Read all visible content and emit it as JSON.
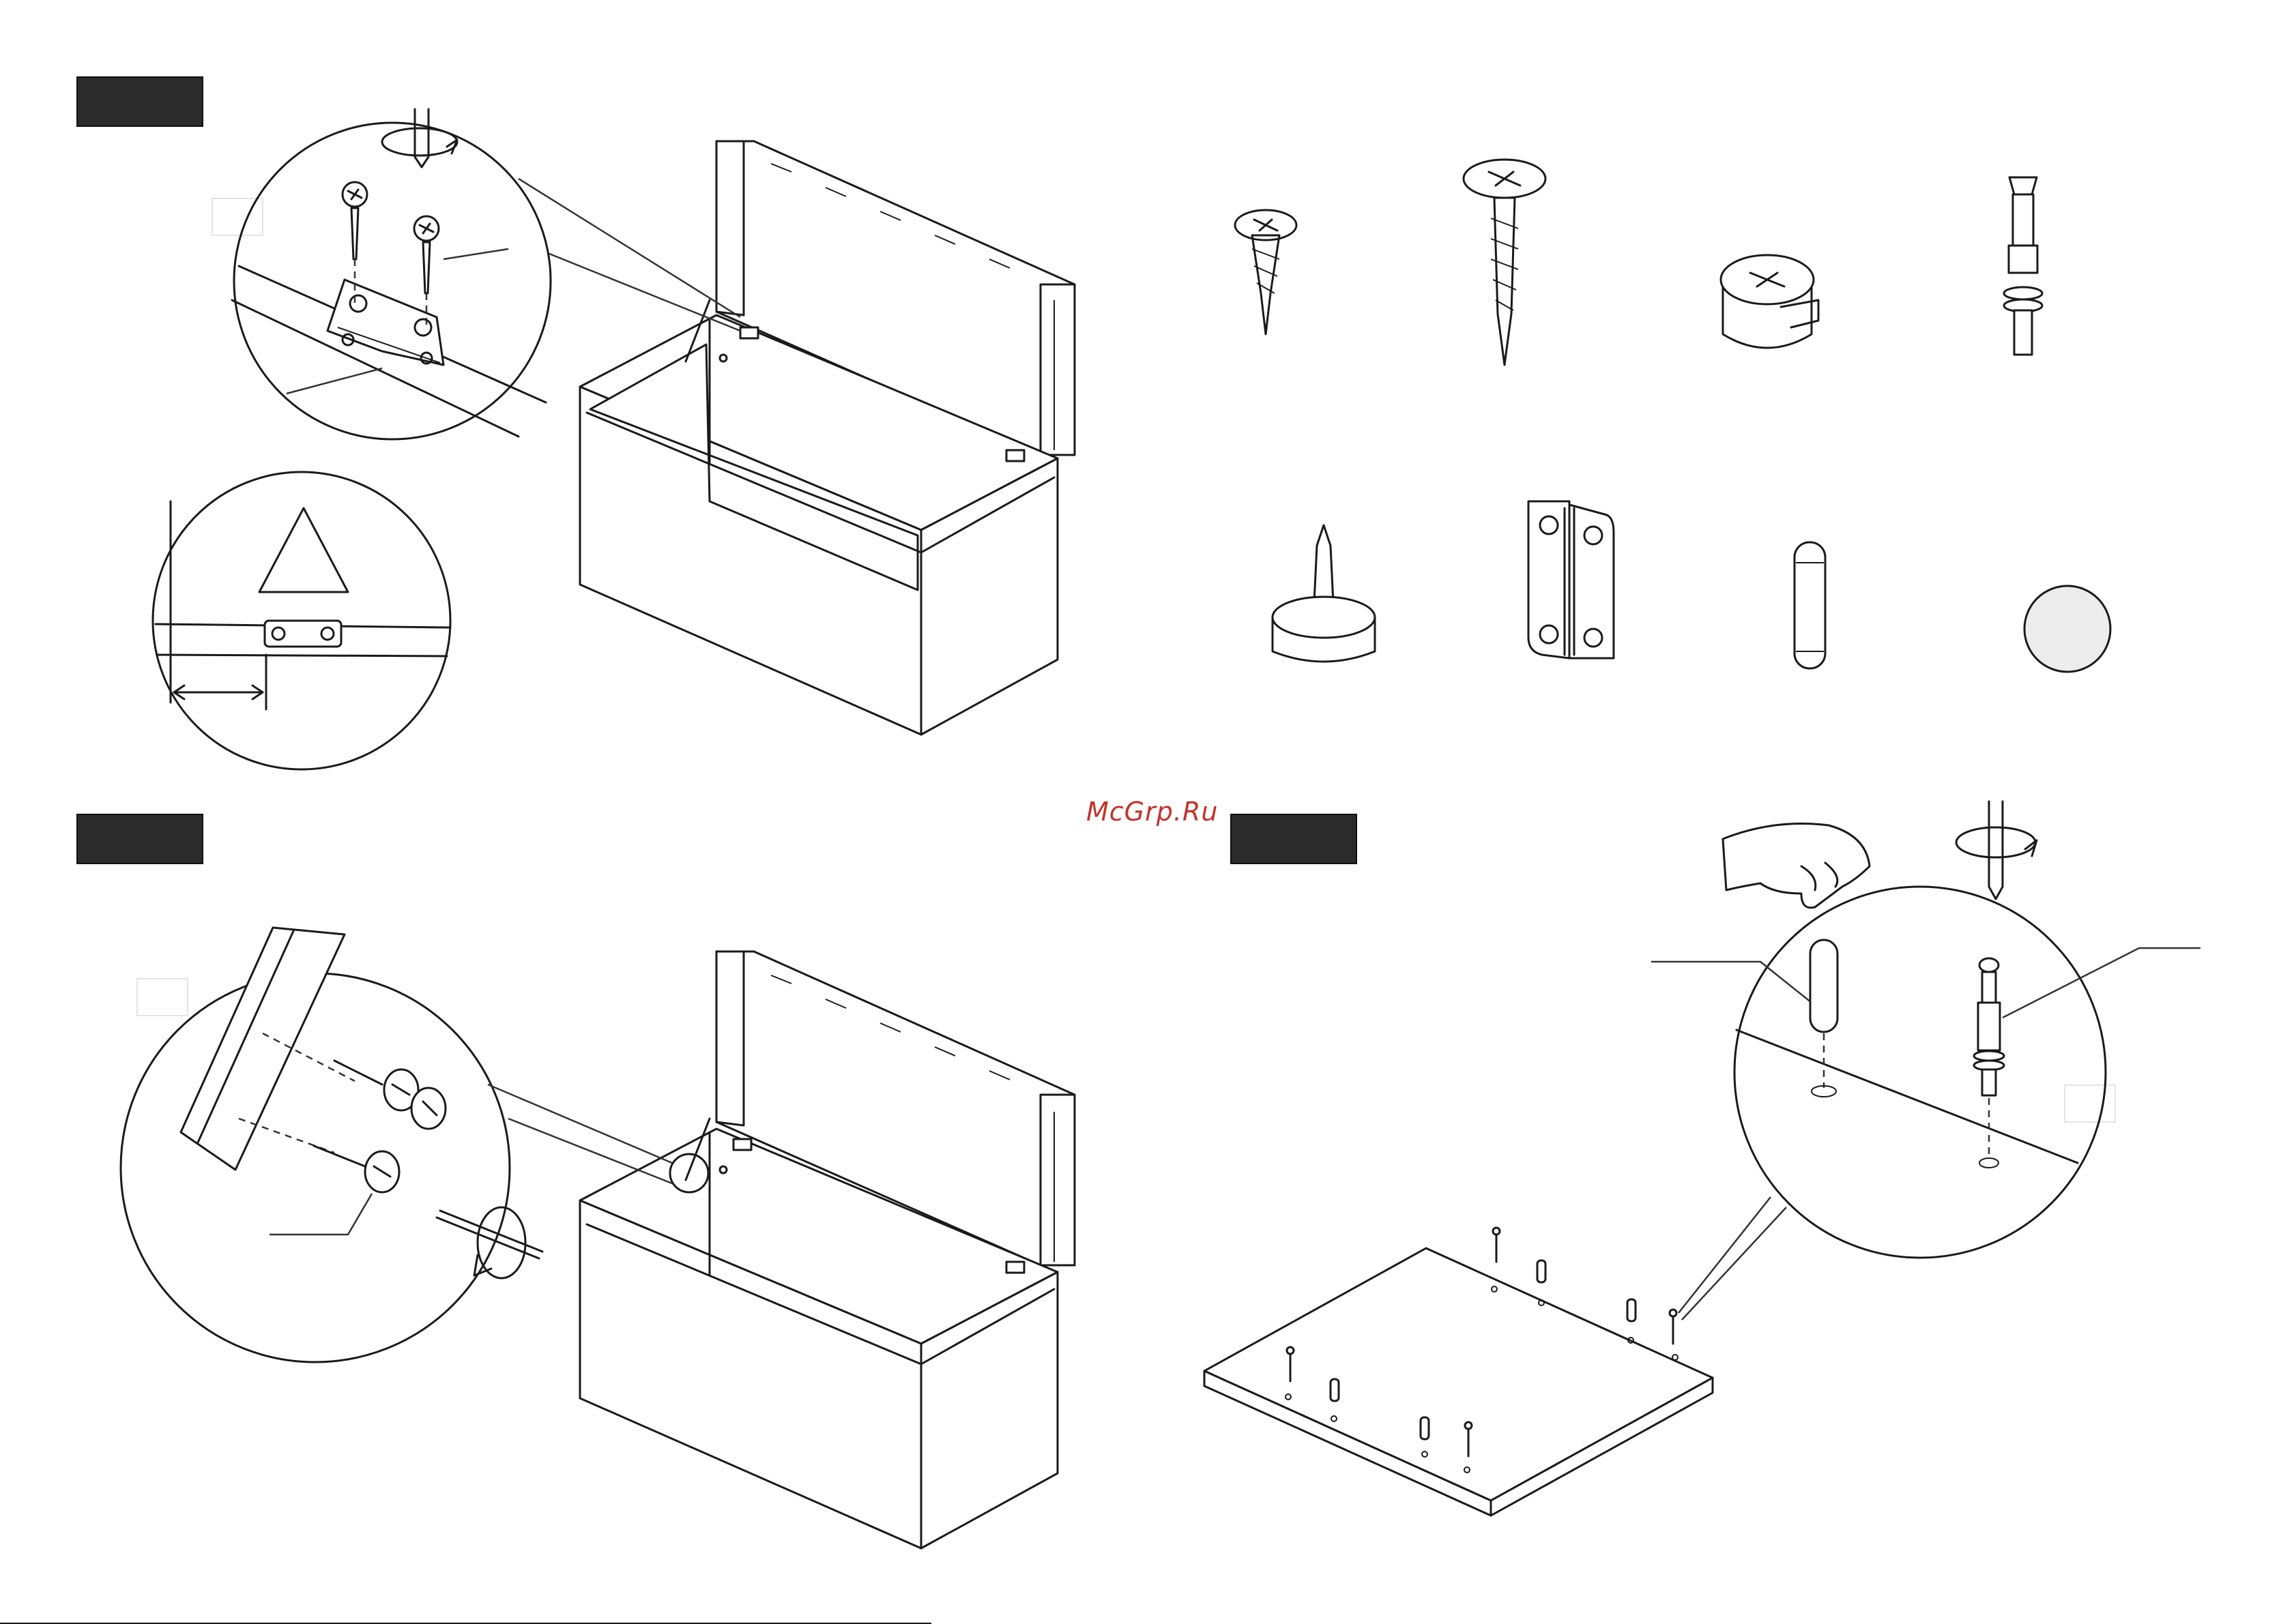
{
  "watermark": {
    "text": "McGrp.Ru",
    "color": "#c2332b"
  },
  "step_boxes": [
    {
      "id": "step-box-1",
      "color": "#2b2b2b"
    },
    {
      "id": "step-box-2",
      "color": "#2b2b2b"
    },
    {
      "id": "step-box-3",
      "color": "#2b2b2b"
    }
  ],
  "parts": [
    {
      "icon": "short-wood-screw-icon"
    },
    {
      "icon": "long-wood-screw-icon"
    },
    {
      "icon": "cam-lock-icon"
    },
    {
      "icon": "cam-bolt-icon"
    },
    {
      "icon": "furniture-glide-foot-icon"
    },
    {
      "icon": "hinge-icon"
    },
    {
      "icon": "wooden-dowel-icon"
    },
    {
      "icon": "cover-cap-icon",
      "color": "#ececec"
    }
  ]
}
